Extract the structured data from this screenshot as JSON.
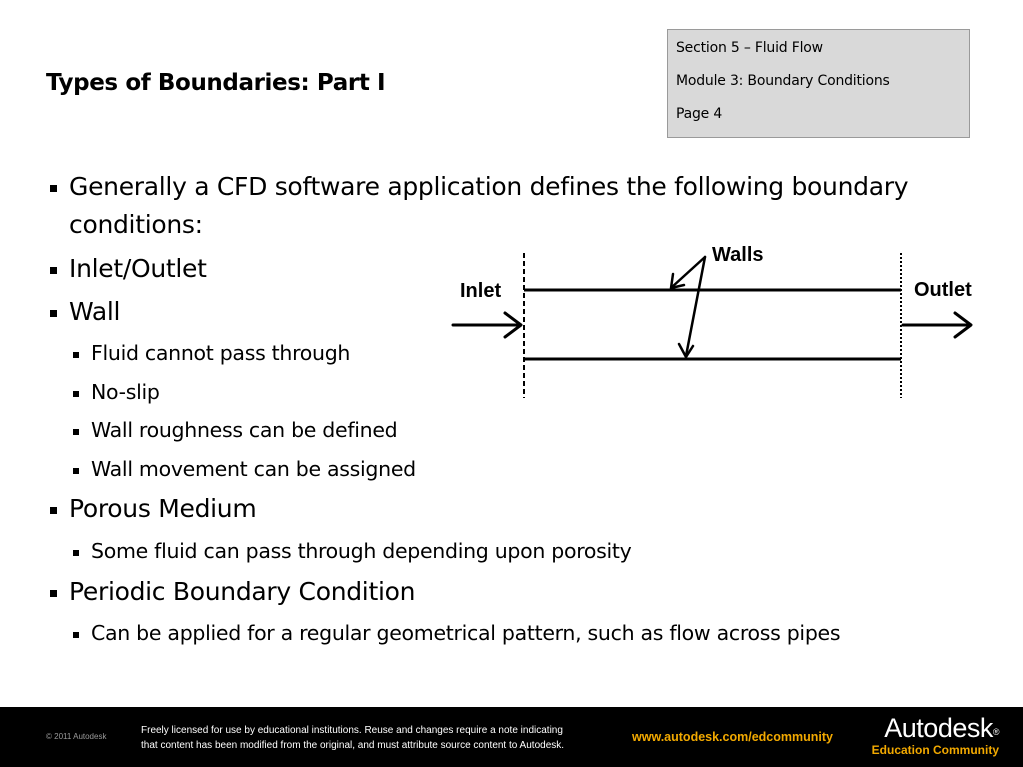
{
  "slide": {
    "title": "Types of Boundaries: Part I"
  },
  "info_box": {
    "section": "Section 5 – Fluid Flow",
    "module": "Module 3:  Boundary Conditions",
    "page": "Page  4"
  },
  "bullets": [
    {
      "level": 1,
      "text": "Generally a CFD software application defines the following boundary"
    },
    {
      "level": 1,
      "text": "conditions:",
      "continuation": true
    },
    {
      "level": 1,
      "text": "Inlet/Outlet"
    },
    {
      "level": 1,
      "text": "Wall"
    },
    {
      "level": 2,
      "text": "Fluid cannot pass through"
    },
    {
      "level": 2,
      "text": "No-slip"
    },
    {
      "level": 2,
      "text": "Wall roughness can be defined"
    },
    {
      "level": 2,
      "text": "Wall movement can be assigned"
    },
    {
      "level": 1,
      "text": "Porous Medium"
    },
    {
      "level": 2,
      "text": "Some fluid can pass through depending upon porosity"
    },
    {
      "level": 1,
      "text": "Periodic Boundary Condition"
    },
    {
      "level": 2,
      "text": "Can be applied for a regular geometrical pattern, such as flow across pipes"
    }
  ],
  "diagram": {
    "walls_label": "Walls",
    "inlet_label": "Inlet",
    "outlet_label": "Outlet"
  },
  "footer": {
    "copyright": "© 2011 Autodesk",
    "license_line1": "Freely licensed for use by educational institutions. Reuse and changes require a note indicating",
    "license_line2": "that content has been modified from the original, and must attribute source content to Autodesk.",
    "url": "www.autodesk.com/edcommunity",
    "brand_name": "Autodesk",
    "brand_tm": "®",
    "brand_sub": "Education Community",
    "accent_color": "#f2a900"
  }
}
